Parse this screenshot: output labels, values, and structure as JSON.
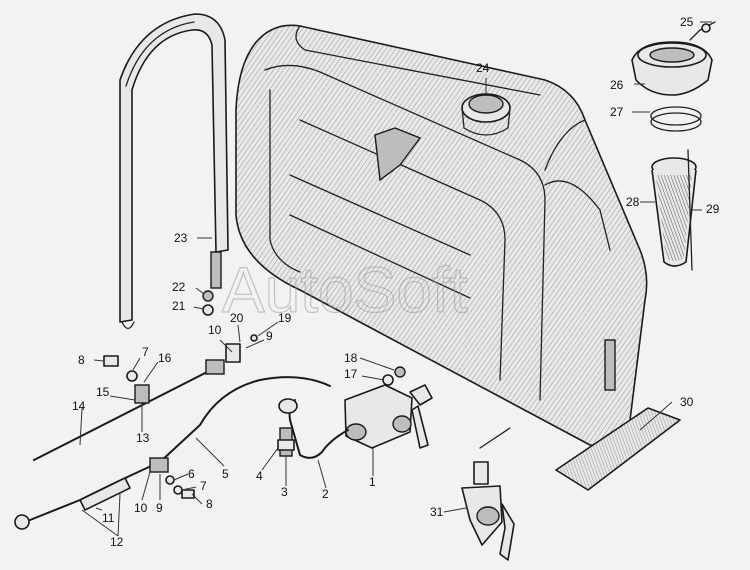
{
  "watermark": "AutoSoft",
  "callouts": [
    {
      "id": "25",
      "label": "25"
    },
    {
      "id": "24",
      "label": "24"
    },
    {
      "id": "26",
      "label": "26"
    },
    {
      "id": "27",
      "label": "27"
    },
    {
      "id": "28",
      "label": "28"
    },
    {
      "id": "29",
      "label": "29"
    },
    {
      "id": "23",
      "label": "23"
    },
    {
      "id": "22",
      "label": "22"
    },
    {
      "id": "21",
      "label": "21"
    },
    {
      "id": "20",
      "label": "20"
    },
    {
      "id": "19",
      "label": "19"
    },
    {
      "id": "10a",
      "label": "10"
    },
    {
      "id": "9a",
      "label": "9"
    },
    {
      "id": "8a",
      "label": "8"
    },
    {
      "id": "7a",
      "label": "7"
    },
    {
      "id": "16",
      "label": "16"
    },
    {
      "id": "15",
      "label": "15"
    },
    {
      "id": "14",
      "label": "14"
    },
    {
      "id": "13",
      "label": "13"
    },
    {
      "id": "18",
      "label": "18"
    },
    {
      "id": "17",
      "label": "17"
    },
    {
      "id": "30",
      "label": "30"
    },
    {
      "id": "4",
      "label": "4"
    },
    {
      "id": "3",
      "label": "3"
    },
    {
      "id": "2",
      "label": "2"
    },
    {
      "id": "1",
      "label": "1"
    },
    {
      "id": "5",
      "label": "5"
    },
    {
      "id": "6",
      "label": "6"
    },
    {
      "id": "7b",
      "label": "7"
    },
    {
      "id": "8b",
      "label": "8"
    },
    {
      "id": "10b",
      "label": "10"
    },
    {
      "id": "9b",
      "label": "9"
    },
    {
      "id": "11",
      "label": "11"
    },
    {
      "id": "12",
      "label": "12"
    },
    {
      "id": "31",
      "label": "31"
    }
  ]
}
